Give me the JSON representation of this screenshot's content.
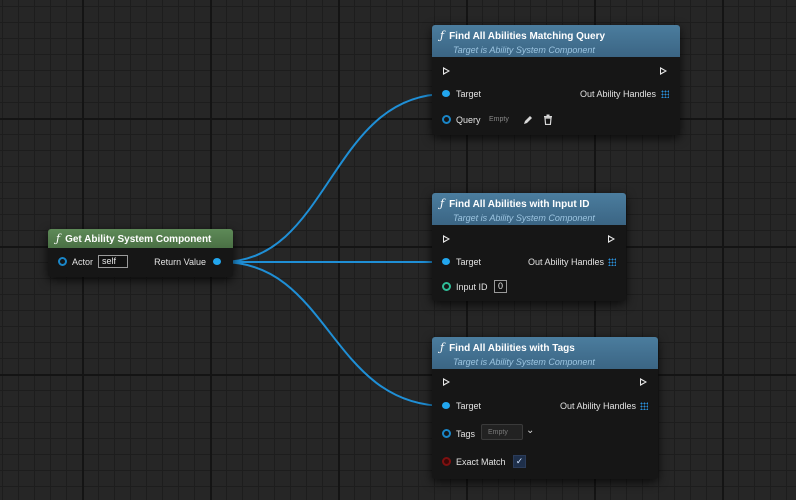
{
  "get_asc": {
    "title": "Get Ability System Component",
    "actor_label": "Actor",
    "actor_value": "self",
    "return_label": "Return Value",
    "header_color": "#5e8a58"
  },
  "find_query": {
    "title": "Find All Abilities Matching Query",
    "subtitle": "Target is Ability System Component",
    "target_label": "Target",
    "out_label": "Out Ability Handles",
    "query_label": "Query",
    "query_value": "Empty",
    "header_color": "#4b7d9e"
  },
  "find_input": {
    "title": "Find All Abilities with Input ID",
    "subtitle": "Target is Ability System Component",
    "target_label": "Target",
    "out_label": "Out Ability Handles",
    "input_label": "Input ID",
    "input_value": "0"
  },
  "find_tags": {
    "title": "Find All Abilities with Tags",
    "subtitle": "Target is Ability System Component",
    "target_label": "Target",
    "out_label": "Out Ability Handles",
    "tags_label": "Tags",
    "tags_placeholder": "Empty",
    "exact_label": "Exact Match",
    "exact_checked": true
  },
  "icons": {
    "function": "ƒ",
    "edit": "pencil-icon",
    "delete": "trash-icon",
    "check": "✓",
    "chevron": "⌄"
  },
  "colors": {
    "object_pin": "#22a6ee",
    "wire": "#1f8fd6",
    "int_pin": "#2fbd98",
    "bool_pin": "#7e1010"
  }
}
